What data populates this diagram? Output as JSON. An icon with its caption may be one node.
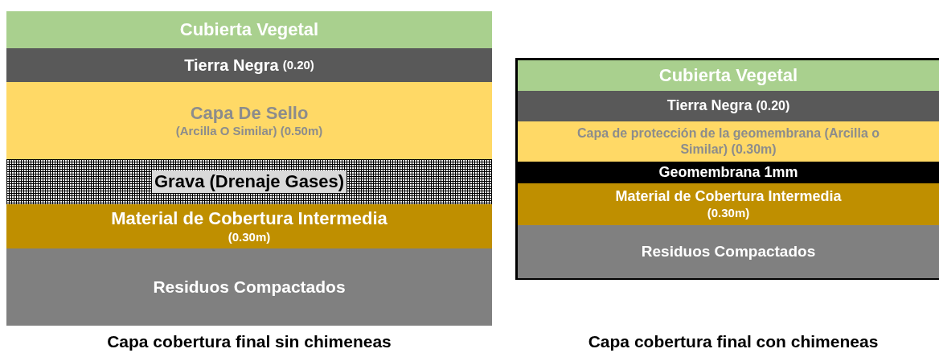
{
  "diagram": {
    "nodes": [
      {
        "text": [
          "Cubierta Vegetal"
        ]
      },
      {
        "text": [
          "Tierra Negra",
          "(0.20)"
        ]
      },
      {
        "text": [
          "Capa De Sello",
          "(Arcilla O Similar) (0.50m)"
        ]
      },
      {
        "text": [
          "Grava (Drenaje Gases)"
        ]
      },
      {
        "text": [
          "Material de Cobertura Intermedia",
          "(0.30m)"
        ]
      },
      {
        "text": [
          "Residuos Compactados"
        ]
      },
      {
        "text": [],
        "shape": "box"
      },
      {
        "text": [
          "Cubierta Vegetal"
        ],
        "in": 6
      },
      {
        "text": [
          "Tierra Negra",
          "(0.20)"
        ],
        "in": 6
      },
      {
        "text": [
          "Capa de protección de la geomembrana (Arcilla o Similar) (0.30m)"
        ],
        "in": 6
      },
      {
        "text": [
          "Geomembrana 1mm"
        ],
        "in": 6
      },
      {
        "text": [
          "Material de Cobertura Intermedia",
          "(0.30m)"
        ],
        "in": 6
      },
      {
        "text": [
          "Residuos Compactados"
        ],
        "in": 6
      }
    ],
    "labels": [
      "Capa cobertura final sin chimeneas",
      "Capa cobertura final con chimeneas"
    ]
  }
}
